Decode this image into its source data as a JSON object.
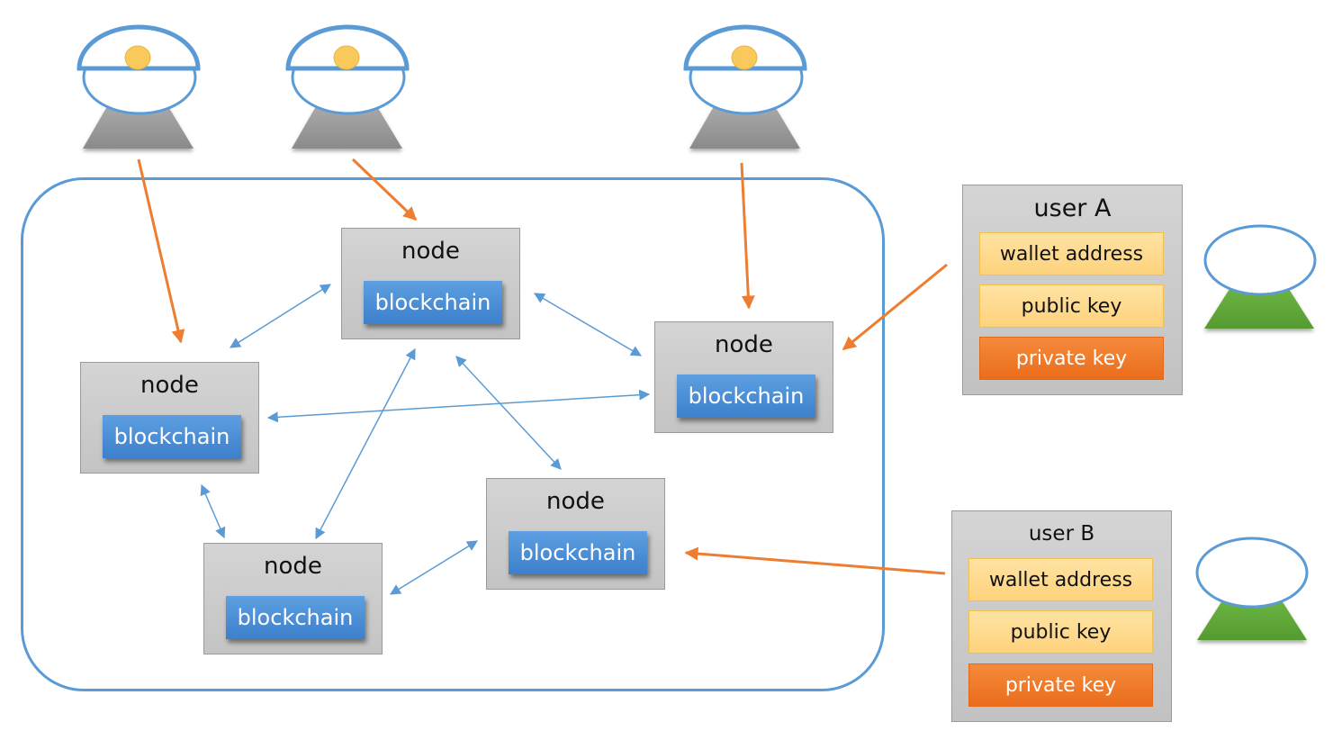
{
  "diagram": {
    "type": "blockchain-network",
    "nodes": [
      {
        "id": "n1",
        "label": "node",
        "chain_label": "blockchain"
      },
      {
        "id": "n2",
        "label": "node",
        "chain_label": "blockchain"
      },
      {
        "id": "n3",
        "label": "node",
        "chain_label": "blockchain"
      },
      {
        "id": "n4",
        "label": "node",
        "chain_label": "blockchain"
      },
      {
        "id": "n5",
        "label": "node",
        "chain_label": "blockchain"
      }
    ],
    "users": [
      {
        "id": "userA",
        "title": "user A",
        "fields": [
          "wallet address",
          "public key",
          "private key"
        ]
      },
      {
        "id": "userB",
        "title": "user B",
        "fields": [
          "wallet address",
          "public key",
          "private key"
        ]
      }
    ],
    "miners": [
      {
        "id": "miner1",
        "icon": "miner-icon"
      },
      {
        "id": "miner2",
        "icon": "miner-icon"
      },
      {
        "id": "miner3",
        "icon": "miner-icon"
      }
    ],
    "user_figures": [
      {
        "id": "figA",
        "icon": "user-icon"
      },
      {
        "id": "figB",
        "icon": "user-icon"
      }
    ],
    "edges": {
      "peer_links": [
        [
          "n2",
          "n1"
        ],
        [
          "n2",
          "n3"
        ],
        [
          "n1",
          "n3"
        ],
        [
          "n2",
          "n5"
        ],
        [
          "n2",
          "n4"
        ],
        [
          "n1",
          "n5"
        ],
        [
          "n5",
          "n4"
        ]
      ],
      "miner_links": [
        [
          "miner1",
          "n1"
        ],
        [
          "miner2",
          "n2"
        ],
        [
          "miner3",
          "n3"
        ]
      ],
      "user_links": [
        [
          "userA",
          "n3"
        ],
        [
          "userB",
          "n4"
        ]
      ]
    },
    "colors": {
      "network_border": "#5b9bd5",
      "peer_link": "#5b9bd5",
      "miner_link": "#ed7d31",
      "blockchain_fill": "#4a8fd8",
      "node_fill": "#cccccc",
      "key_fill": "#fed88a",
      "private_key_fill": "#ee7425",
      "miner_base": "#9a9a9a",
      "user_base": "#5fa83a",
      "coin": "#f9c95c"
    }
  }
}
